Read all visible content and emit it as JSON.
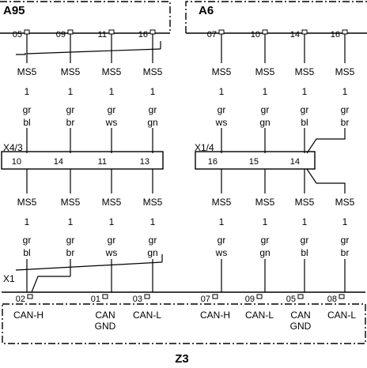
{
  "components": {
    "a95": {
      "label": "A95",
      "pins": [
        "05",
        "09",
        "11",
        "16"
      ]
    },
    "a6": {
      "label": "A6",
      "pins": [
        "07",
        "10",
        "14",
        "16"
      ]
    },
    "x43": {
      "label": "X4/3",
      "pins": [
        "10",
        "14",
        "11",
        "13"
      ]
    },
    "x14": {
      "label": "X1/4",
      "pins": [
        "16",
        "15",
        "14"
      ]
    },
    "x1": {
      "label": "X1"
    },
    "z3": {
      "label": "Z3",
      "pins": [
        "02",
        "01",
        "03",
        "07",
        "09",
        "05",
        "08"
      ],
      "signals": [
        [
          "CAN-H"
        ],
        [
          "CAN",
          "GND"
        ],
        [
          "CAN-L"
        ],
        [
          "CAN-H"
        ],
        [
          "CAN-L"
        ],
        [
          "CAN",
          "GND"
        ],
        [
          "CAN-L"
        ]
      ]
    }
  },
  "wires": {
    "left": [
      {
        "wire": "MS5",
        "size": "1",
        "c1": "gr",
        "c2": "bl"
      },
      {
        "wire": "MS5",
        "size": "1",
        "c1": "gr",
        "c2": "br"
      },
      {
        "wire": "MS5",
        "size": "1",
        "c1": "gr",
        "c2": "ws"
      },
      {
        "wire": "MS5",
        "size": "1",
        "c1": "gr",
        "c2": "gn"
      }
    ],
    "right": [
      {
        "wire": "MS5",
        "size": "1",
        "c1": "gr",
        "c2": "ws"
      },
      {
        "wire": "MS5",
        "size": "1",
        "c1": "gr",
        "c2": "gn"
      },
      {
        "wire": "MS5",
        "size": "1",
        "c1": "gr",
        "c2": "bl"
      },
      {
        "wire": "MS5",
        "size": "1",
        "c1": "gr",
        "c2": "br"
      }
    ]
  }
}
